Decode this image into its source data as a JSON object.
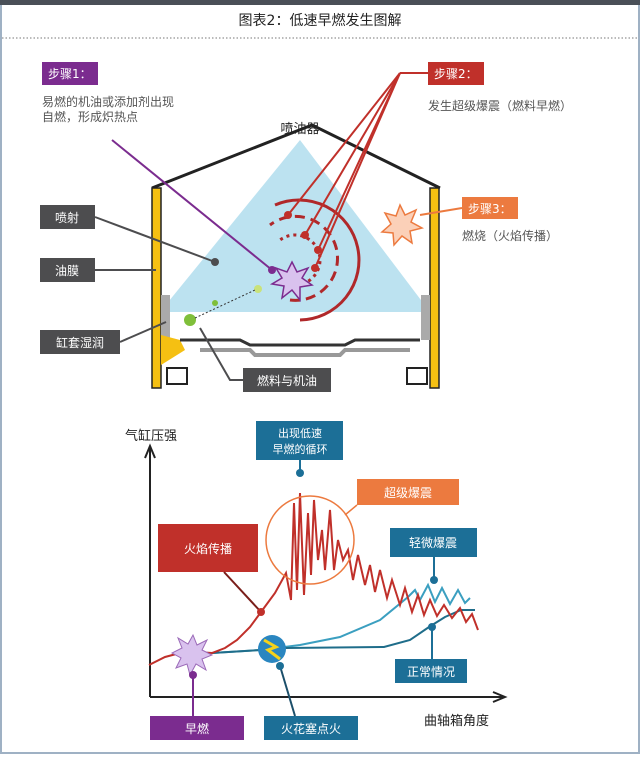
{
  "title": "图表2：低速早燃发生图解",
  "engine": {
    "step1": {
      "label": "步骤1：",
      "desc_line1": "易燃的机油或添加剂出现",
      "desc_line2": "自燃，形成炽热点"
    },
    "step2": {
      "label": "步骤2：",
      "desc": "发生超级爆震（燃料早燃）"
    },
    "step3": {
      "label": "步骤3：",
      "desc": "燃烧（火焰传播）"
    },
    "injector": "喷油器",
    "spray": "喷射",
    "oil_film": "油膜",
    "liner_wetting": "缸套湿润",
    "fuel_oil": "燃料与机油"
  },
  "chart": {
    "ylabel": "气缸压强",
    "xlabel": "曲轴箱角度",
    "lspi_cycle_line1": "出现低速",
    "lspi_cycle_line2": "早燃的循环",
    "super_knock": "超级爆震",
    "flame_propagation": "火焰传播",
    "light_knock": "轻微爆震",
    "normal": "正常情况",
    "pre_ignition": "早燃",
    "spark_ignition": "火花塞点火"
  },
  "colors": {
    "purple": "#7b2c8f",
    "red": "#c0302a",
    "orange": "#ec7a3f",
    "blue": "#1c6f97",
    "gray": "#4d4d4f",
    "yellow": "#f5c012"
  }
}
